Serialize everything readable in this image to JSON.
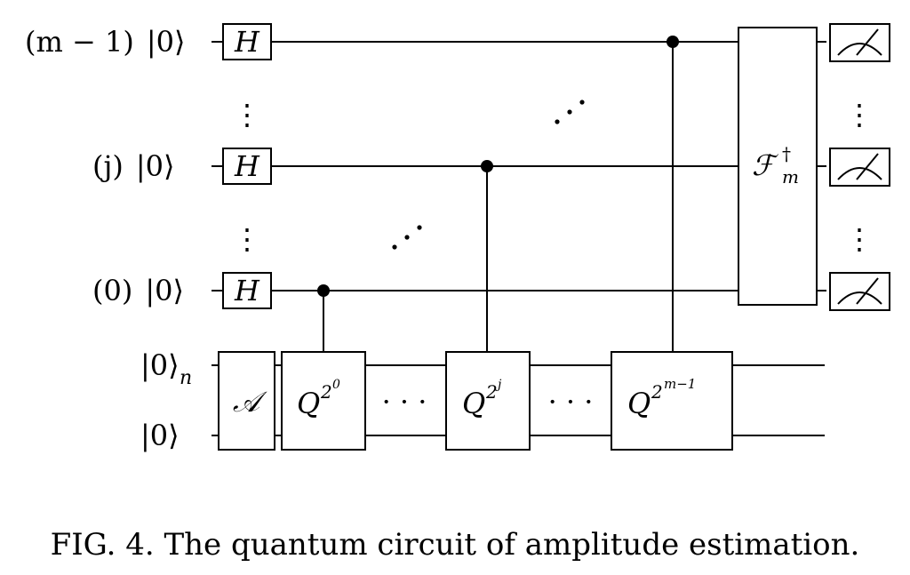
{
  "qubit_labels": {
    "m1": "(m − 1)",
    "j": "(j)",
    "zero": "(0)",
    "ket": "|0⟩",
    "ket_n_sub": "n"
  },
  "gates": {
    "h": "H",
    "a": "𝒜",
    "q": "Q",
    "q0_exp": "2",
    "q0_sup": "0",
    "qj_exp": "2",
    "qj_sup": "j",
    "qm_exp": "2",
    "qm_sup": "m−1",
    "f": "ℱ",
    "f_dag": "†",
    "f_sub": "m"
  },
  "ellipsis": "· · ·",
  "vdots": "⋮",
  "caption": "FIG. 4.  The quantum circuit of amplitude estimation."
}
